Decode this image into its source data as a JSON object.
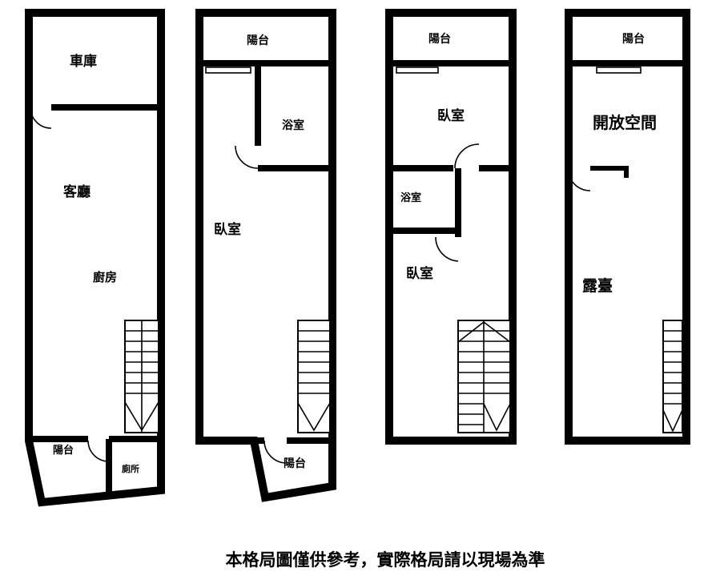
{
  "caption": "本格局圖僅供參考，實際格局請以現場為準",
  "colors": {
    "wall": "#000000",
    "background": "#ffffff"
  },
  "floors": [
    {
      "rooms": {
        "garage": "車庫",
        "living_room": "客廳",
        "kitchen": "廚房",
        "balcony": "陽台",
        "toilet": "廁所"
      }
    },
    {
      "rooms": {
        "balcony_top": "陽台",
        "bathroom": "浴室",
        "bedroom": "臥室",
        "balcony_bottom": "陽台"
      }
    },
    {
      "rooms": {
        "balcony_top": "陽台",
        "bedroom_front": "臥室",
        "bathroom": "浴室",
        "bedroom_rear": "臥室"
      }
    },
    {
      "rooms": {
        "balcony_top": "陽台",
        "open_space": "開放空間",
        "terrace": "露臺"
      }
    }
  ]
}
